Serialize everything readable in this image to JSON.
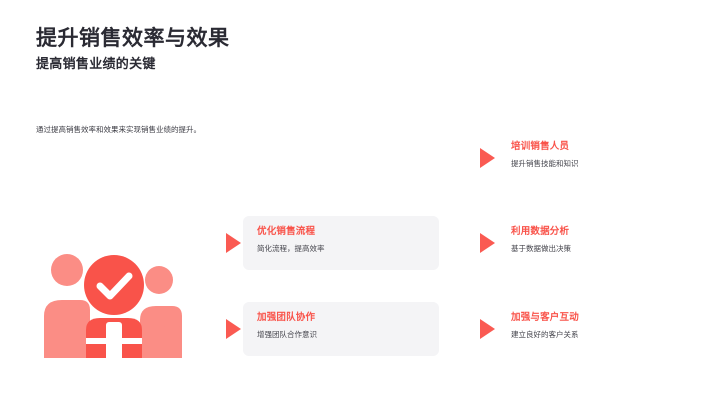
{
  "slide": {
    "title": "提升销售效率与效果",
    "subtitle": "提高销售业绩的关键",
    "intro": "通过提高销售效率和效果来实现销售业绩的提升。",
    "accent_color": "#f9534a",
    "card_bg": "#f4f4f6",
    "illustration_name": "people-check-icon",
    "cards": [
      {
        "title": "培训销售人员",
        "desc": "提升销售技能和知识"
      },
      {
        "title": "优化销售流程",
        "desc": "简化流程，提高效率"
      },
      {
        "title": "利用数据分析",
        "desc": "基于数据做出决策"
      },
      {
        "title": "加强团队协作",
        "desc": "增强团队合作意识"
      },
      {
        "title": "加强与客户互动",
        "desc": "建立良好的客户关系"
      }
    ]
  }
}
